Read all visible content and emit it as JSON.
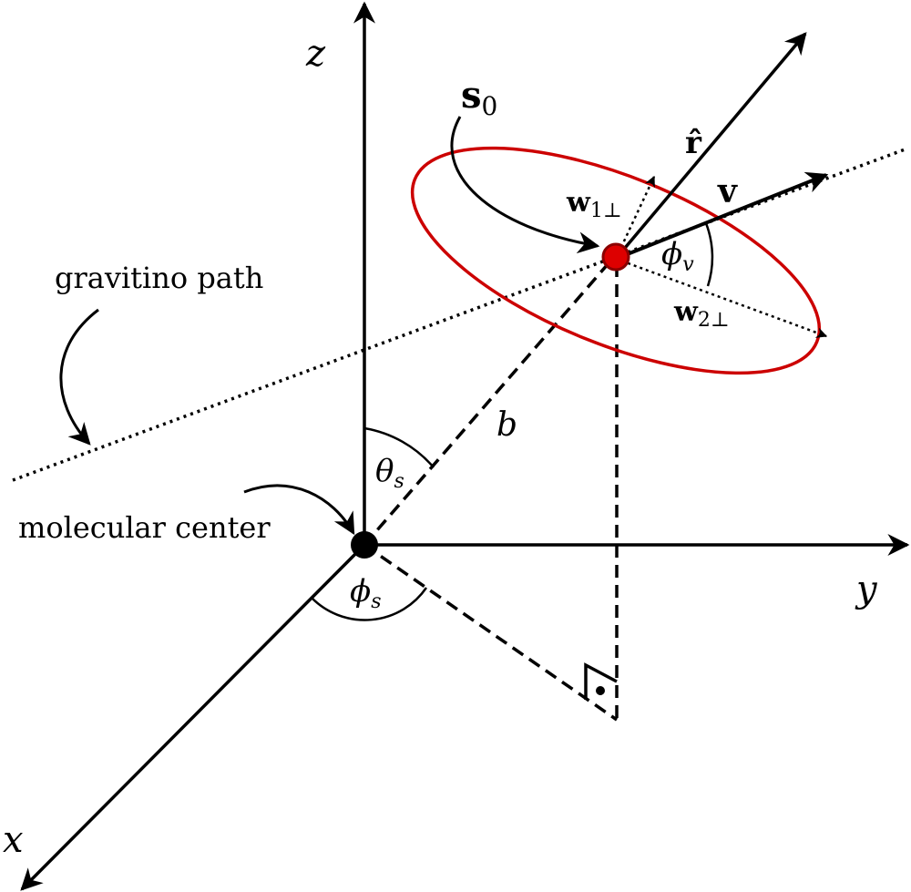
{
  "diagram": {
    "labels": {
      "z_axis": "z",
      "y_axis": "y",
      "x_axis": "x",
      "s0": "s",
      "s0_sub": "0",
      "r_hat": "r̂",
      "v": "v",
      "w1": "w",
      "w1_sub": "1⊥",
      "w2": "w",
      "w2_sub": "2⊥",
      "phi_v": "ϕ",
      "phi_v_sub": "v",
      "b": "b",
      "theta_s": "θ",
      "theta_s_sub": "s",
      "phi_s": "ϕ",
      "phi_s_sub": "s",
      "gravitino_path": "gravitino path",
      "molecular_center": "molecular center"
    },
    "colors": {
      "ink": "#000000",
      "ring": "#cc0000",
      "particle": "#dd0000"
    }
  }
}
